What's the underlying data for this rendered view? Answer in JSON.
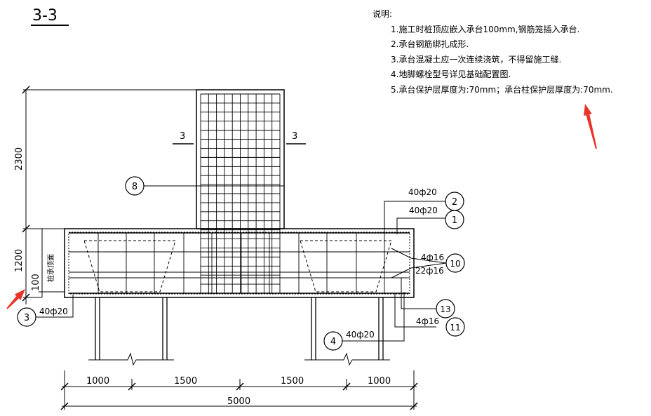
{
  "drawing": {
    "title": "3-3",
    "section_mark_left": "3",
    "section_mark_right": "3",
    "labels": {
      "pile_top": "桩承顶面"
    },
    "rebar": {
      "r2": "40ф20",
      "r1": "40ф20",
      "r10": "4ф16",
      "r13": "22ф16",
      "r11": "4ф16",
      "r4": "40ф20",
      "r3": "40ф20"
    },
    "markers": {
      "m1": "1",
      "m2": "2",
      "m3": "3",
      "m4": "4",
      "m8": "8",
      "m10": "10",
      "m11": "11",
      "m13": "13"
    },
    "dimensions": {
      "column_height": "2300",
      "cap_height": "1200",
      "embed": "100",
      "spans": [
        "1000",
        "1500",
        "1500",
        "1000"
      ],
      "total": "5000"
    }
  },
  "notes": {
    "heading": "说明:",
    "items": [
      "1.施工时桩顶应嵌入承台100mm,钢筋笼插入承台.",
      "2.承台钢筋绑扎成形.",
      "3.承台混凝土应一次连续浇筑，不得留施工缝.",
      "4.地脚螺栓型号详见基础配置图.",
      "5.承台保护层厚度为:70mm；承台柱保护层厚度为:70mm."
    ]
  },
  "annotation_color": "#e8342a"
}
